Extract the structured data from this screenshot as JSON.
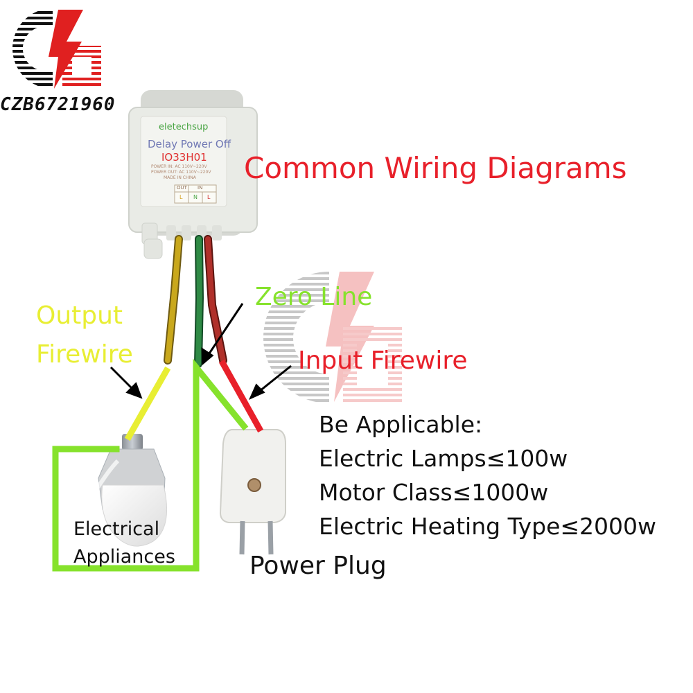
{
  "brand": {
    "logo_text": "CZB6721960"
  },
  "title": "Common Wiring Diagrams",
  "device": {
    "brand": "eletechsup",
    "name": "Delay Power Off",
    "model": "IO33H01",
    "power_in": "POWER IN: AC 110V~220V",
    "power_out": "POWER OUT: AC 110V~220V",
    "made_in": "MADE IN CHINA",
    "terminal_out_header": "OUT",
    "terminal_in_header": "IN",
    "terminals": [
      "L",
      "N",
      "L"
    ]
  },
  "labels": {
    "output_firewire_line1": "Output",
    "output_firewire_line2": "Firewire",
    "zero_line": "Zero Line",
    "input_firewire": "Input Firewire",
    "electrical_appliances_line1": "Electrical",
    "electrical_appliances_line2": "Appliances",
    "power_plug": "Power Plug"
  },
  "applicable": {
    "heading": "Be Applicable:",
    "items": [
      "Electric Lamps≤100w",
      "Motor Class≤1000w",
      "Electric Heating Type≤2000w"
    ]
  },
  "colors": {
    "title_red": "#e8202a",
    "wire_yellow": "#e8ee33",
    "wire_green": "#86e22c",
    "wire_red": "#e8202a",
    "device_body": "#e9ebe6"
  }
}
